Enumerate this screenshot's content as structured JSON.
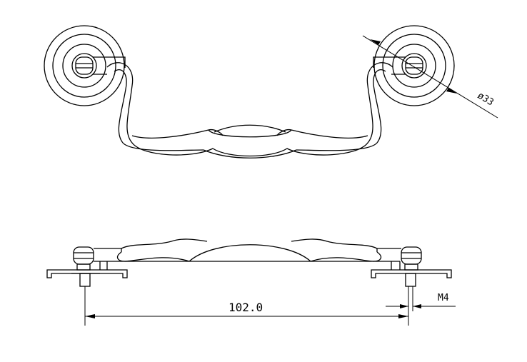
{
  "drawing": {
    "top_view": {
      "diameter_label": "ø33"
    },
    "side_view": {
      "span_label": "102.0",
      "thread_label": "M4"
    },
    "colors": {
      "line": "#000000",
      "background": "#ffffff"
    }
  }
}
